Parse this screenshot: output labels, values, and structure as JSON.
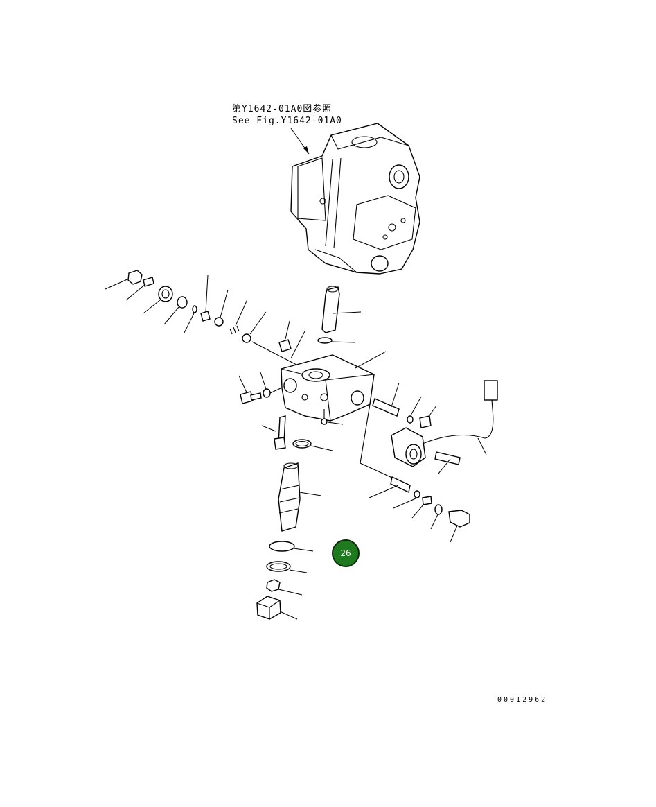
{
  "reference": {
    "japanese": "第Y1642-01A0図参照",
    "english": "See Fig.Y1642-01A0"
  },
  "callout": {
    "number": "26",
    "color": "#1f7a1f"
  },
  "drawing_number": "00012962"
}
